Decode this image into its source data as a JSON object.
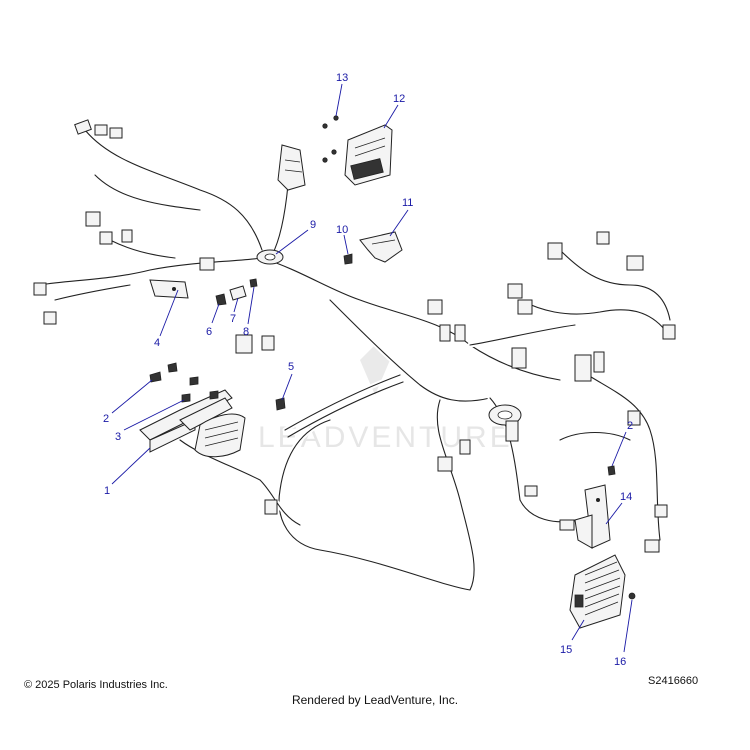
{
  "diagram": {
    "watermark": "LEADVENTURE",
    "callouts": [
      "1",
      "2",
      "2",
      "3",
      "4",
      "5",
      "6",
      "7",
      "8",
      "9",
      "10",
      "11",
      "12",
      "13",
      "14",
      "15",
      "16"
    ]
  },
  "footer": {
    "copyright": "© 2025 Polaris Industries Inc.",
    "figure_id": "S2416660",
    "rendered_by": "Rendered by LeadVenture, Inc."
  }
}
